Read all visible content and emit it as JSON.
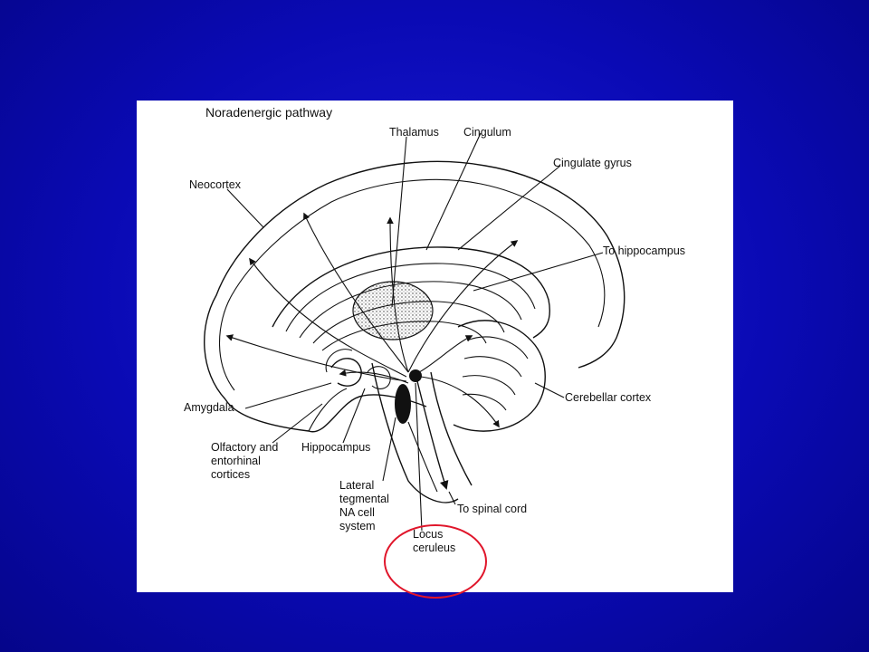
{
  "diagram": {
    "title": "Noradenergic pathway",
    "labels": {
      "thalamus": "Thalamus",
      "cingulum": "Cingulum",
      "cingulate_gyrus": "Cingulate gyrus",
      "neocortex": "Neocortex",
      "to_hippocampus": "To hippocampus",
      "amygdala": "Amygdala",
      "cerebellar_cortex": "Cerebellar cortex",
      "olfactory": "Olfactory and\nentorhinal\ncortices",
      "hippocampus": "Hippocampus",
      "lateral_tegmental": "Lateral\ntegmental\nNA cell\nsystem",
      "to_spinal_cord": "To spinal cord",
      "locus_ceruleus": "Locus\nceruleus"
    },
    "highlight_color": "#e0162b",
    "background_color": "#0a0ab4"
  }
}
